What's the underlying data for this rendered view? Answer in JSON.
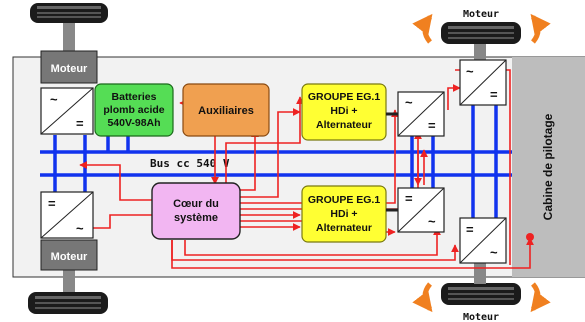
{
  "labels": {
    "moteur_top_right": "Moteur",
    "moteur_bottom_right": "Moteur",
    "moteur_left_top": "Moteur",
    "moteur_left_bottom": "Moteur",
    "batteries_line1": "Batteries",
    "batteries_line2": "plomb acide",
    "batteries_line3": "540V-98Ah",
    "auxiliaires": "Auxiliaires",
    "groupe_top_line1": "GROUPE EG.1",
    "groupe_top_line2": "HDi +",
    "groupe_top_line3": "Alternateur",
    "groupe_bottom_line1": "GROUPE EG.1",
    "groupe_bottom_line2": "HDi +",
    "groupe_bottom_line3": "Alternateur",
    "coeur_line1": "Cœur du",
    "coeur_line2": "système",
    "bus": "Bus cc 540 V",
    "cabine": "Cabine de pilotage"
  },
  "converter_symbols": {
    "ac": "~",
    "dc": "="
  },
  "colors": {
    "bus_blue": "#1133ee",
    "wire_red": "#ee2222",
    "batteries_fill": "#55dd55",
    "auxiliaires_fill": "#f0a050",
    "groupe_fill": "#ffff33",
    "coeur_fill": "#f2b6f2",
    "cabine_fill": "#bdbdbd",
    "moteur_fill": "#777777",
    "rotation_arrow": "#f08020"
  }
}
